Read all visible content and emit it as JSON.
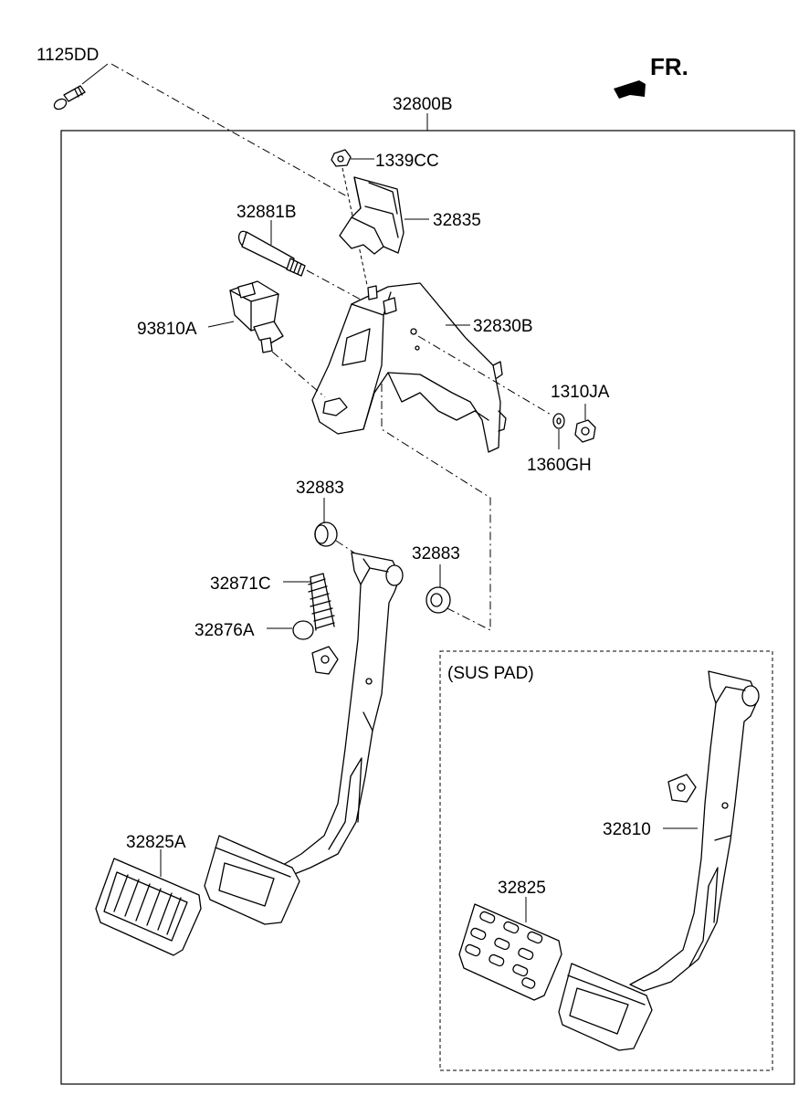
{
  "direction_marker": {
    "label": "FR."
  },
  "assembly_label": "32800B",
  "variant_box_label": "(SUS PAD)",
  "parts": {
    "p1125DD": "1125DD",
    "p1339CC": "1339CC",
    "p32835": "32835",
    "p32881B": "32881B",
    "p32830B": "32830B",
    "p93810A": "93810A",
    "p1310JA": "1310JA",
    "p1360GH": "1360GH",
    "p32883_a": "32883",
    "p32883_b": "32883",
    "p32871C": "32871C",
    "p32876A": "32876A",
    "p32825A": "32825A",
    "p32810": "32810",
    "p32825": "32825"
  }
}
